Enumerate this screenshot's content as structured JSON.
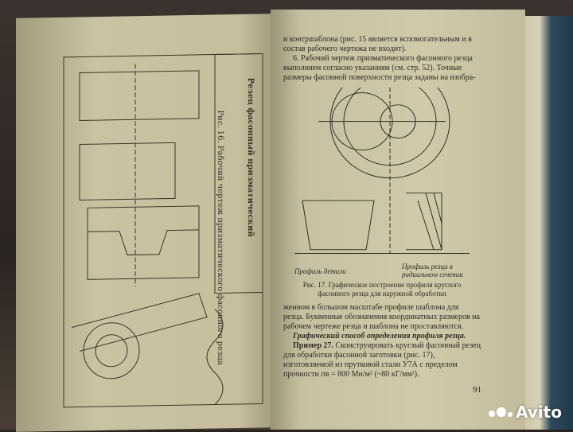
{
  "left_page": {
    "figure_caption": "Рис. 16. Рабочий чертеж призматического фасонного резца",
    "title_block": "Резец фасонный призматический"
  },
  "right_page": {
    "paragraph1": "и контршаблона (рис. 15 является вспомогательным и в состав рабочего чертежа не входит).",
    "paragraph2": "6. Рабочий чертеж призматического фасонного резца выполняем согласно указаниям (см. стр. 52). Точные размеры фасонной поверхности резца заданы на изобра-",
    "figure_label_left": "Профиль детали",
    "figure_label_right": "Профиль резца в радиальном сечении",
    "figure_caption": "Рис. 17. Графическое построение профиля круглого фасонного резца для наружной обработки",
    "paragraph3": "женном в большом масштабе профиле шаблона для резца. Буквенные обозначения координатных размеров на рабочем чертеже резца и шаблона не проставляются.",
    "heading": "Графический способ определения профиля резца.",
    "example_label": "Пример 27.",
    "paragraph4": "Сконструировать круглый фасонный резец для обработки фасонной заготовки (рис. 17), изготовляемой из прутковой стали У7А с пределом прочности σв = 800 Мн/м² (~80 кГ/мм²).",
    "page_number": "91"
  },
  "watermark": {
    "text": "Avito",
    "icon": "avito-dots-icon"
  }
}
